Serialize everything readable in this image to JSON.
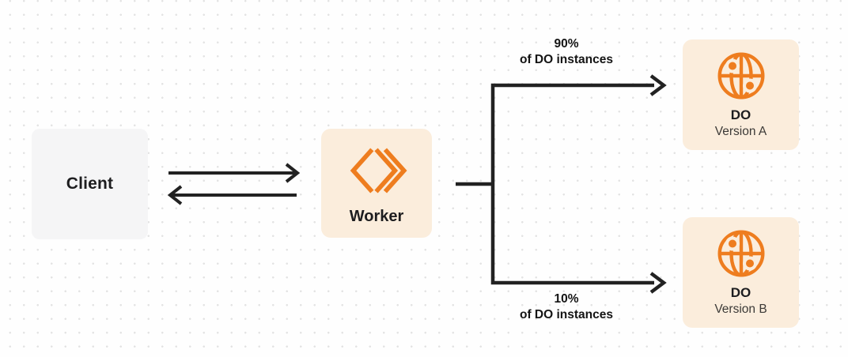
{
  "diagram": {
    "colors": {
      "accent_orange": "#EE7D1F",
      "node_cream_bg": "#FBEDDC",
      "node_gray_bg": "#F5F5F6",
      "connector": "#222222",
      "text_dark": "#1D1D1F",
      "text_secondary": "#3C3A37",
      "bg": "#FEFEFE",
      "dot": "#E3E3E3"
    },
    "nodes": {
      "client": {
        "label": "Client"
      },
      "worker": {
        "label": "Worker",
        "icon": "cloudflare-workers-logo-icon"
      },
      "do_version_a": {
        "title": "DO",
        "subtitle": "Version A",
        "icon": "globe-icon"
      },
      "do_version_b": {
        "title": "DO",
        "subtitle": "Version B",
        "icon": "globe-icon"
      }
    },
    "edges": {
      "split_top": {
        "percent": "90%",
        "caption": "of DO instances"
      },
      "split_bottom": {
        "percent": "10%",
        "caption": "of DO instances"
      }
    }
  }
}
